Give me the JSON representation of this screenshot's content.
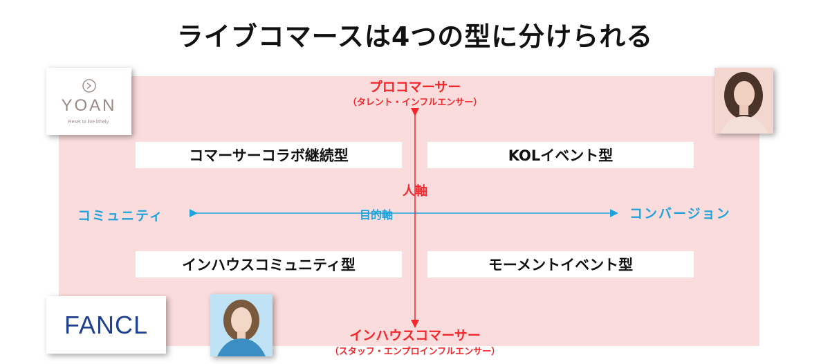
{
  "title": "ライブコマースは4つの型に分けられる",
  "vertical_axis": {
    "top_label": "プロコマーサー",
    "top_sublabel": "（タレント・インフルエンサー）",
    "bottom_label": "インハウスコマーサー",
    "bottom_sublabel": "（スタッフ・エンプロインフルエンサー）",
    "axis_name": "人軸"
  },
  "horizontal_axis": {
    "left_label": "コミュニティ",
    "right_label": "コンバージョン",
    "axis_name": "目的軸"
  },
  "quadrants": {
    "top_left": "コマーサーコラボ継続型",
    "top_right": "KOLイベント型",
    "bottom_left": "インハウスコミュニティ型",
    "bottom_right": "モーメントイベント型"
  },
  "logos": {
    "yoan": {
      "name": "YOAN",
      "tagline": "Reset to live lithely."
    },
    "fancl": {
      "name": "FANCL"
    }
  },
  "colors": {
    "panel": "#fbdcdc",
    "red_axis": "#f2262b",
    "blue_axis": "#1ea3dc",
    "fancl_blue": "#1f3f8f"
  }
}
